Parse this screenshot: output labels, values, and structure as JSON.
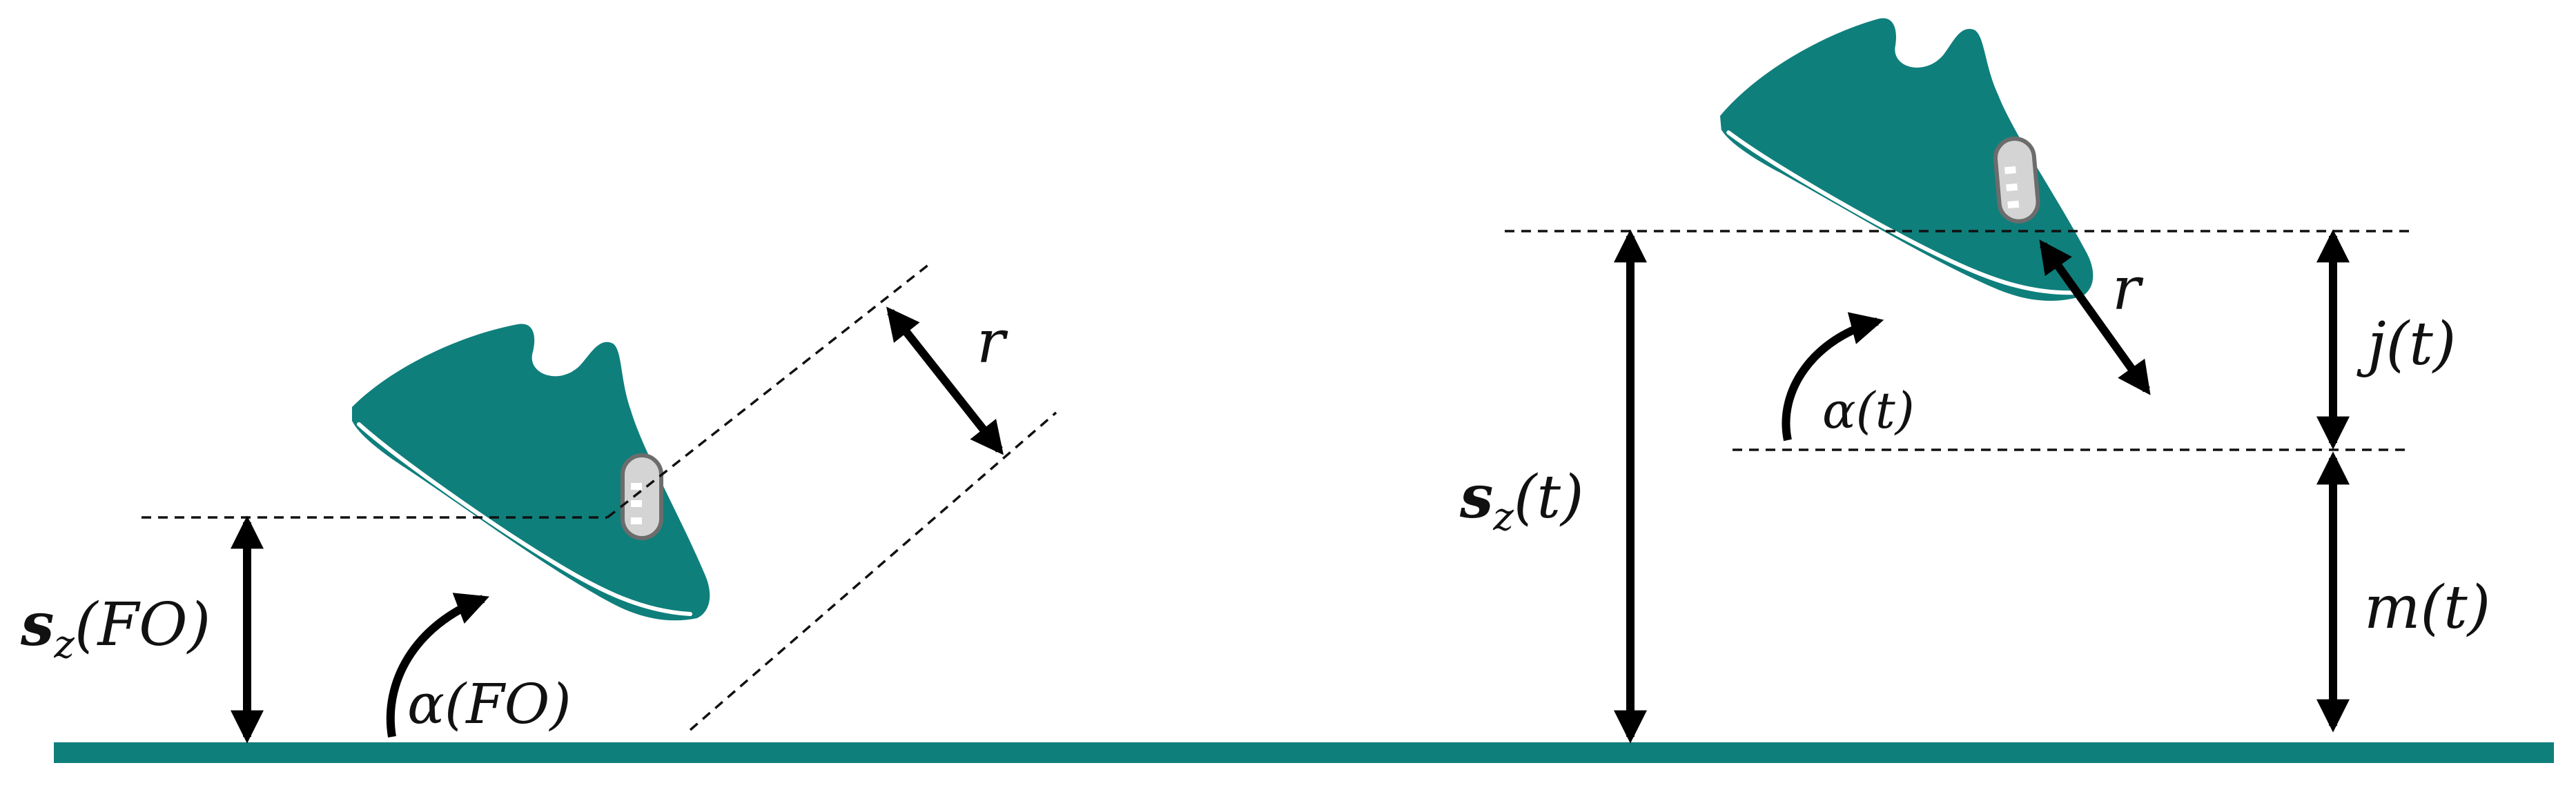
{
  "labels": {
    "r_left": "r",
    "sz_fo_s": "s",
    "sz_fo_sub": "z",
    "sz_fo_arg": "(FO)",
    "alpha_fo": "α(FO)",
    "sz_t_s": "s",
    "sz_t_sub": "z",
    "sz_t_arg": "(t)",
    "r_right": "r",
    "alpha_t": "α(t)",
    "j_t": "j(t)",
    "m_t": "m(t)"
  },
  "colors": {
    "shoe": "#0f7f7c",
    "ground": "#0f7f7c",
    "sensor_fill": "#d4d4d4",
    "sensor_stroke": "#6c6c6c",
    "arrow": "#000000"
  },
  "icons": [
    "shoe-icon",
    "imu-sensor-icon"
  ]
}
